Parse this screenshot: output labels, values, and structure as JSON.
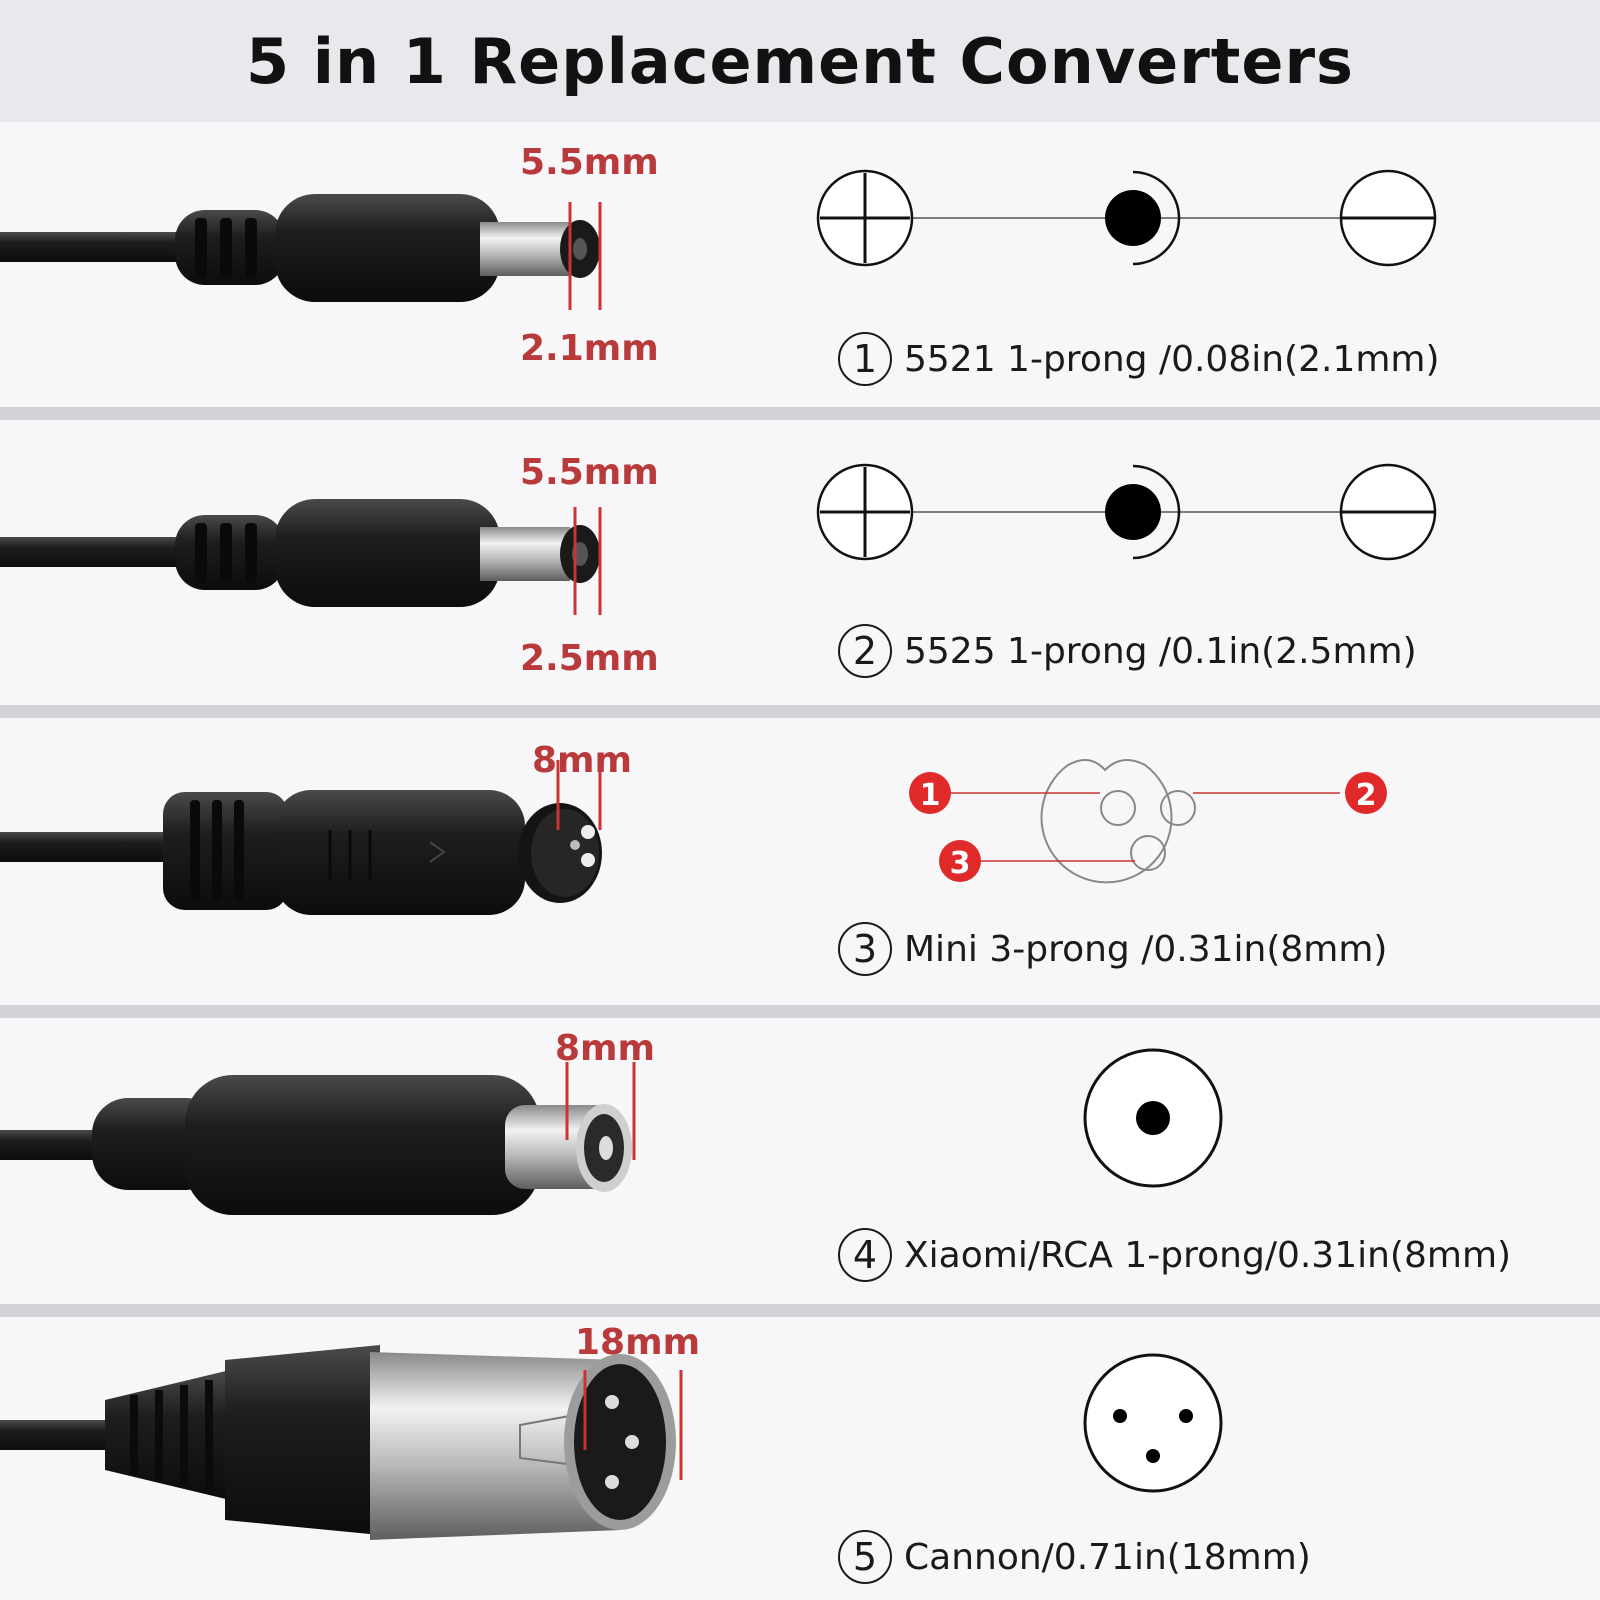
{
  "title": "5 in 1 Replacement Converters",
  "connectors": [
    {
      "number": "1",
      "dim_top": "5.5mm",
      "dim_bottom": "2.1mm",
      "description": "5521 1-prong /0.08in(2.1mm)"
    },
    {
      "number": "2",
      "dim_top": "5.5mm",
      "dim_bottom": "2.5mm",
      "description": "5525 1-prong /0.1in(2.5mm)"
    },
    {
      "number": "3",
      "dim_top": "8mm",
      "description": "Mini 3-prong /0.31in(8mm)",
      "pin_labels": [
        "1",
        "2",
        "3"
      ]
    },
    {
      "number": "4",
      "dim_top": "8mm",
      "description": "Xiaomi/RCA 1-prong/0.31in(8mm)"
    },
    {
      "number": "5",
      "dim_top": "18mm",
      "description": "Cannon/0.71in(18mm)"
    }
  ],
  "colors": {
    "dimension_text": "#b83a3a",
    "pin_badge": "#e02a2a",
    "separator": "#d3d4d8"
  }
}
